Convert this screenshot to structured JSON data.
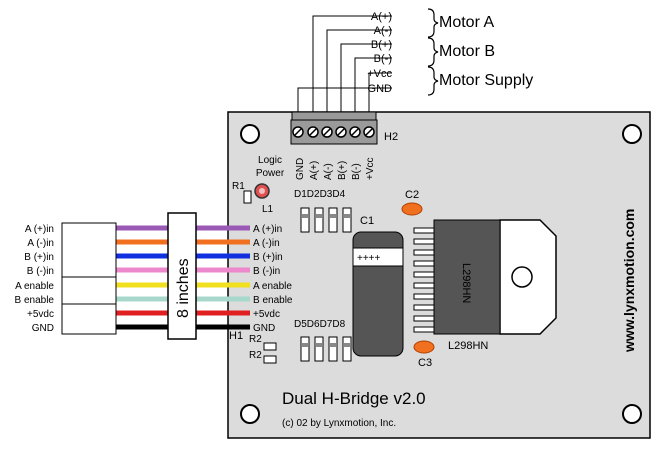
{
  "motor_labels": {
    "a_plus": "A(+)",
    "a_minus": "A(-)",
    "b_plus": "B(+)",
    "b_minus": "B(-)",
    "vcc": "+Vcc",
    "gnd": "GND",
    "motor_a": "Motor A",
    "motor_b": "Motor B",
    "motor_supply": "Motor Supply"
  },
  "terminal": {
    "label": "H2",
    "pins": [
      "GND",
      "A(+)",
      "A(-)",
      "B(+)",
      "B(-)",
      "+Vcc"
    ]
  },
  "board": {
    "title": "Dual H-Bridge v2.0",
    "copyright": "(c) 02 by Lynxmotion, Inc.",
    "brand": "www.lynxmotion.com",
    "logic_power": [
      "Logic",
      "Power"
    ],
    "r1": "R1",
    "l1": "L1",
    "r2a": "R2",
    "r2b": "R2",
    "h1": "H1",
    "c1": "C1",
    "c2": "C2",
    "c3": "C3",
    "diodes_top": "D1D2D3D4",
    "diodes_bottom": "D5D6D7D8",
    "chip_top": "L298HN",
    "chip_label": "L298HN",
    "cap_plus": "++++"
  },
  "cable": {
    "length": "8 inches",
    "left_labels": [
      "A (+)in",
      "A (-)in",
      "B (+)in",
      "B (-)in",
      "A enable",
      "B enable",
      "+5vdc",
      "GND"
    ],
    "right_labels": [
      "A (+)in",
      "A (-)in",
      "B (+)in",
      "B (-)in",
      "A enable",
      "B enable",
      "+5vdc",
      "GND"
    ],
    "colors": [
      "#9b59b6",
      "#f07020",
      "#1030e0",
      "#ee88cc",
      "#f0e020",
      "#a8d8cc",
      "#e02020",
      "#000000"
    ]
  }
}
